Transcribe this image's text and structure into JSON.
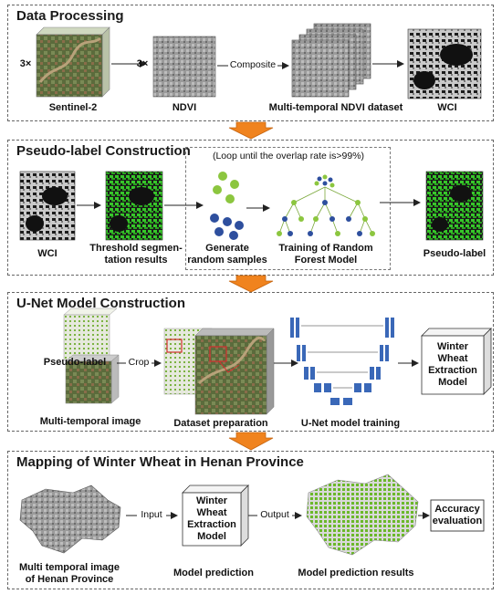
{
  "panels": {
    "data_processing": {
      "title": "Data Processing",
      "multiplier_left": "3×",
      "multiplier_mid": "3×",
      "composite_label": "Composite",
      "sentinel_label": "Sentinel-2",
      "ndvi_label": "NDVI",
      "dataset_label": "Multi-temporal NDVI dataset",
      "wci_label": "WCI"
    },
    "pseudo_label": {
      "title": "Pseudo-label Construction",
      "loop_note": "(Loop until the overlap rate is>99%)",
      "wci_label": "WCI",
      "threshold_label_1": "Threshold segmen-",
      "threshold_label_2": "tation results",
      "generate_label_1": "Generate",
      "generate_label_2": "random samples",
      "training_label_1": "Training of Random",
      "training_label_2": "Forest Model",
      "pseudo_label": "Pseudo-label"
    },
    "unet": {
      "title": "U-Net Model Construction",
      "pseudo_label": "Pseudo-label",
      "crop_label": "Crop",
      "multitemporal_label": "Multi-temporal image",
      "dataset_label": "Dataset preparation",
      "training_label": "U-Net model training",
      "model_line1": "Winter",
      "model_line2": "Wheat",
      "model_line3": "Extraction",
      "model_line4": "Model"
    },
    "mapping": {
      "title": "Mapping of Winter Wheat in Henan Province",
      "input_label": "Input",
      "output_label": "Output",
      "model_line1": "Winter",
      "model_line2": "Wheat",
      "model_line3": "Extraction",
      "model_line4": "Model",
      "accuracy_line1": "Accuracy",
      "accuracy_line2": "evaluation",
      "image_label_1": "Multi temporal image",
      "image_label_2": "of Henan Province",
      "prediction_label": "Model prediction",
      "results_label": "Model prediction results"
    }
  },
  "colors": {
    "flow_arrow": "#f0831e",
    "wheat_green": "#37c62a",
    "sample_green": "#8cc63f",
    "sample_blue": "#2e4f9e",
    "unet_blue": "#3a68b8"
  }
}
